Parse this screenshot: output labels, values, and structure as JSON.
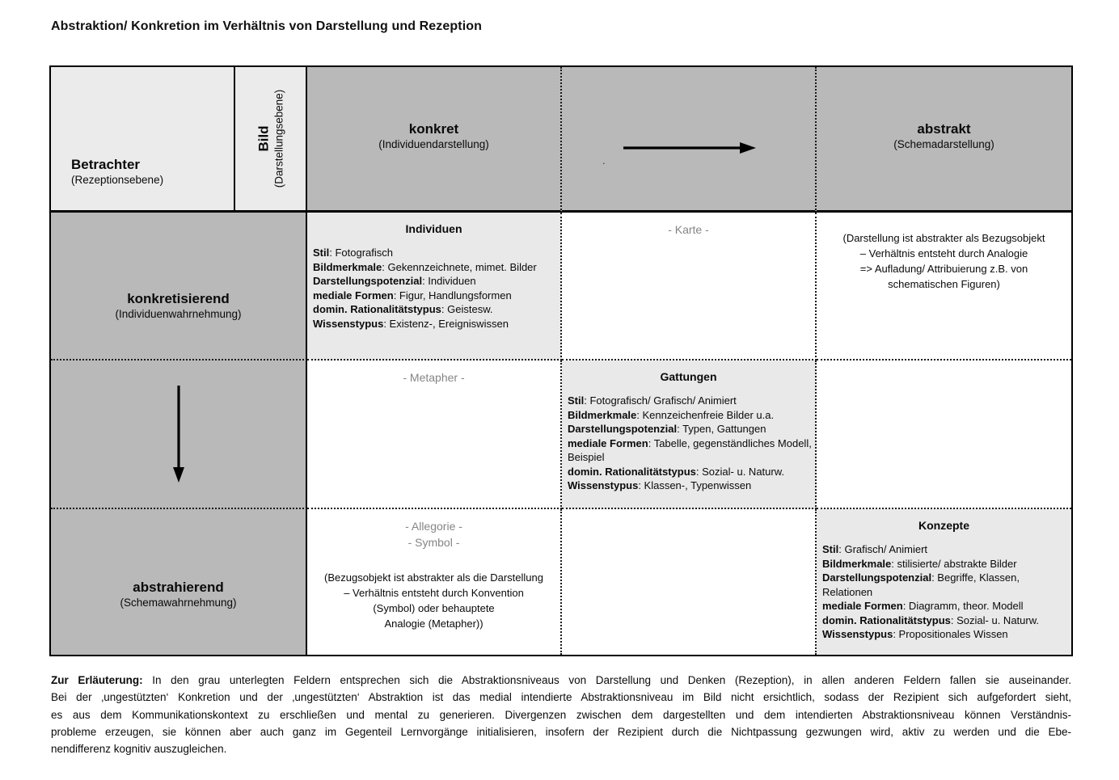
{
  "title": "Abstraktion/ Konkretion im Verhältnis von Darstellung und Rezeption",
  "colors": {
    "header_gray": "#b9b9b9",
    "highlight_gray": "#e9e9e9",
    "placeholder_gray": "#858585",
    "border_black": "#000000"
  },
  "icons": {
    "header_arrow": "arrow-right",
    "row_arrow": "arrow-down"
  },
  "table": {
    "header": {
      "betrachter": {
        "title": "Betrachter",
        "subtitle": "(Rezeptionsebene)"
      },
      "bild": {
        "title": "Bild",
        "subtitle": "(Darstellungsebene)"
      },
      "konkret": {
        "title": "konkret",
        "subtitle": "(Individuendarstellung)"
      },
      "abstrakt": {
        "title": "abstrakt",
        "subtitle": "(Schemadarstellung)"
      },
      "stray_mark": "."
    },
    "row_concretizing": {
      "label": {
        "title": "konkretisierend",
        "subtitle": "(Individuenwahrnehmung)"
      },
      "individuen": {
        "title": "Individuen",
        "attrs": [
          {
            "label": "Stil",
            "value": ": Fotografisch"
          },
          {
            "label": "Bildmerkmale",
            "value": ": Gekennzeichnete, mimet. Bilder"
          },
          {
            "label": "Darstellungspotenzial",
            "value": ": Individuen"
          },
          {
            "label": "mediale Formen",
            "value": ": Figur, Handlungsformen"
          },
          {
            "label": "domin. Rationalitätstypus",
            "value": ": Geistesw."
          },
          {
            "label": "Wissenstypus",
            "value": ": Existenz-, Ereigniswissen"
          }
        ]
      },
      "karte": "- Karte -",
      "note_lines": [
        "(Darstellung ist abstrakter als Bezugsobjekt",
        "– Verhältnis entsteht durch Analogie",
        "=> Aufladung/ Attribuierung z.B. von",
        "schematischen Figuren)"
      ]
    },
    "row_arrow": {
      "metapher": "- Metapher -",
      "gattungen": {
        "title": "Gattungen",
        "attrs": [
          {
            "label": "Stil",
            "value": ": Fotografisch/ Grafisch/ Animiert"
          },
          {
            "label": "Bildmerkmale",
            "value": ": Kennzeichenfreie Bilder u.a."
          },
          {
            "label": "Darstellungspotenzial",
            "value": ": Typen, Gattungen"
          },
          {
            "label": "mediale Formen",
            "value": ": Tabelle, gegenständliches Modell, Beispiel"
          },
          {
            "label": "domin. Rationalitätstypus",
            "value": ": Sozial- u. Naturw."
          },
          {
            "label": "Wissenstypus",
            "value": ": Klassen-, Typenwissen"
          }
        ]
      }
    },
    "row_abstracting": {
      "label": {
        "title": "abstrahierend",
        "subtitle": "(Schemawahrnehmung)"
      },
      "allegorie": "- Allegorie -",
      "symbol": "- Symbol -",
      "note_lines": [
        "(Bezugsobjekt ist abstrakter als die Darstellung",
        "– Verhältnis entsteht durch Konvention",
        "(Symbol) oder behauptete",
        "Analogie (Metapher))"
      ],
      "konzepte": {
        "title": "Konzepte",
        "attrs": [
          {
            "label": "Stil",
            "value": ": Grafisch/ Animiert"
          },
          {
            "label": "Bildmerkmale",
            "value": ": stilisierte/ abstrakte Bilder"
          },
          {
            "label": "Darstellungspotenzial",
            "value": ": Begriffe, Klassen, Relationen"
          },
          {
            "label": "mediale Formen",
            "value": ": Diagramm, theor. Modell"
          },
          {
            "label": "domin. Rationalitätstypus",
            "value": ": Sozial- u. Naturw."
          },
          {
            "label": "Wissenstypus",
            "value": ": Propositionales Wissen"
          }
        ]
      }
    }
  },
  "footer": {
    "lead": "Zur Erläuterung:",
    "lines": [
      " In den grau unterlegten Feldern entsprechen sich die Abstraktionsniveaus von Darstellung und Denken (Rezeption), in allen anderen Feldern fallen sie auseinander.",
      "Bei der ‚ungestützten‘ Konkretion und der ‚ungestützten‘ Abstraktion ist das medial intendierte Abstraktionsniveau im Bild nicht ersichtlich, sodass der Rezipient sich aufgefordert sieht,",
      "es aus dem Kommunikationskontext zu erschließen und mental zu generieren. Divergenzen zwischen dem dargestellten und dem intendierten Abstraktionsniveau können Verständnis-",
      "probleme erzeugen, sie können aber auch ganz im Gegenteil Lernvorgänge initialisieren, insofern der Rezipient durch die Nichtpassung gezwungen wird, aktiv zu werden und die Ebe-",
      "nendifferenz kognitiv auszugleichen."
    ]
  }
}
